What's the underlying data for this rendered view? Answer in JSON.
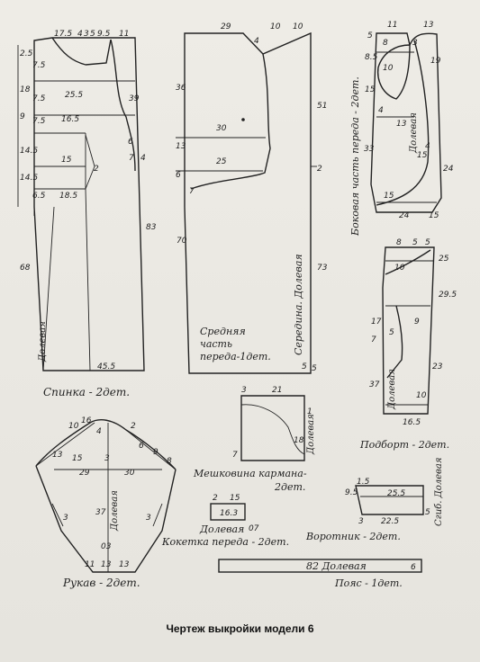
{
  "caption": "Чертеж выкройки модели 6",
  "back": {
    "label": "Спинка - 2дет.",
    "grain": "Долевая",
    "nums": [
      "17.5",
      "4",
      "3",
      "5",
      "9.5",
      "11",
      "2.5",
      "18",
      "9",
      "14.5",
      "14.5",
      "68",
      "7.5",
      "25.5",
      "7.5",
      "16.5",
      "7.5",
      "15",
      "6.5",
      "18.5",
      "2",
      "39",
      "6",
      "7",
      "4",
      "83",
      "45.5"
    ]
  },
  "front_mid": {
    "label": "Средняя часть переда - 1дет.",
    "label_lines": [
      "Средняя",
      "часть",
      "переда-1дет."
    ],
    "grain": "Середина. Долевая",
    "nums": [
      "29",
      "10",
      "10",
      "4",
      "36",
      "51",
      "30",
      "13",
      "25",
      "6",
      "2",
      "7",
      "70",
      "73",
      "5",
      "5"
    ]
  },
  "side_front": {
    "label": "Боковая часть переда - 2дет.",
    "grain": "Долевая",
    "nums": [
      "11",
      "13",
      "5",
      "8",
      "3",
      "8.5",
      "19",
      "10",
      "15",
      "4",
      "13",
      "15",
      "33",
      "15",
      "24",
      "15",
      "4",
      "24"
    ]
  },
  "facing": {
    "label": "Подборт - 2дет.",
    "grain": "Долевая",
    "nums": [
      "8",
      "5",
      "5",
      "10",
      "25",
      "29.5",
      "17",
      "7",
      "5",
      "9",
      "37",
      "10",
      "23",
      "16.5"
    ]
  },
  "pocket": {
    "label": "Мешковина кармана - 2дет.",
    "label_lines": [
      "Мешковина кармана-",
      "2дет."
    ],
    "grain": "Долевая",
    "nums": [
      "3",
      "21",
      "1",
      "18",
      "7"
    ]
  },
  "sleeve": {
    "label": "Рукав - 2дет.",
    "grain": "Долевая",
    "nums": [
      "10",
      "16",
      "4",
      "2",
      "13",
      "15",
      "3",
      "29",
      "30",
      "6",
      "9",
      "8",
      "3",
      "3",
      "37",
      "11",
      "03",
      "13",
      "13"
    ]
  },
  "yoke": {
    "label": "Кокетка переда - 2дет.",
    "grain": "Долевая",
    "nums": [
      "2",
      "15",
      "16.3",
      "07"
    ]
  },
  "collar": {
    "label": "Воротник - 2дет.",
    "grain": "Сгиб. Долевая",
    "nums": [
      "9.5",
      "1.5",
      "25.5",
      "3",
      "22.5",
      "5"
    ]
  },
  "belt": {
    "label": "Пояс - 1дет.",
    "grain": "82 Долевая",
    "nums": [
      "6"
    ]
  }
}
